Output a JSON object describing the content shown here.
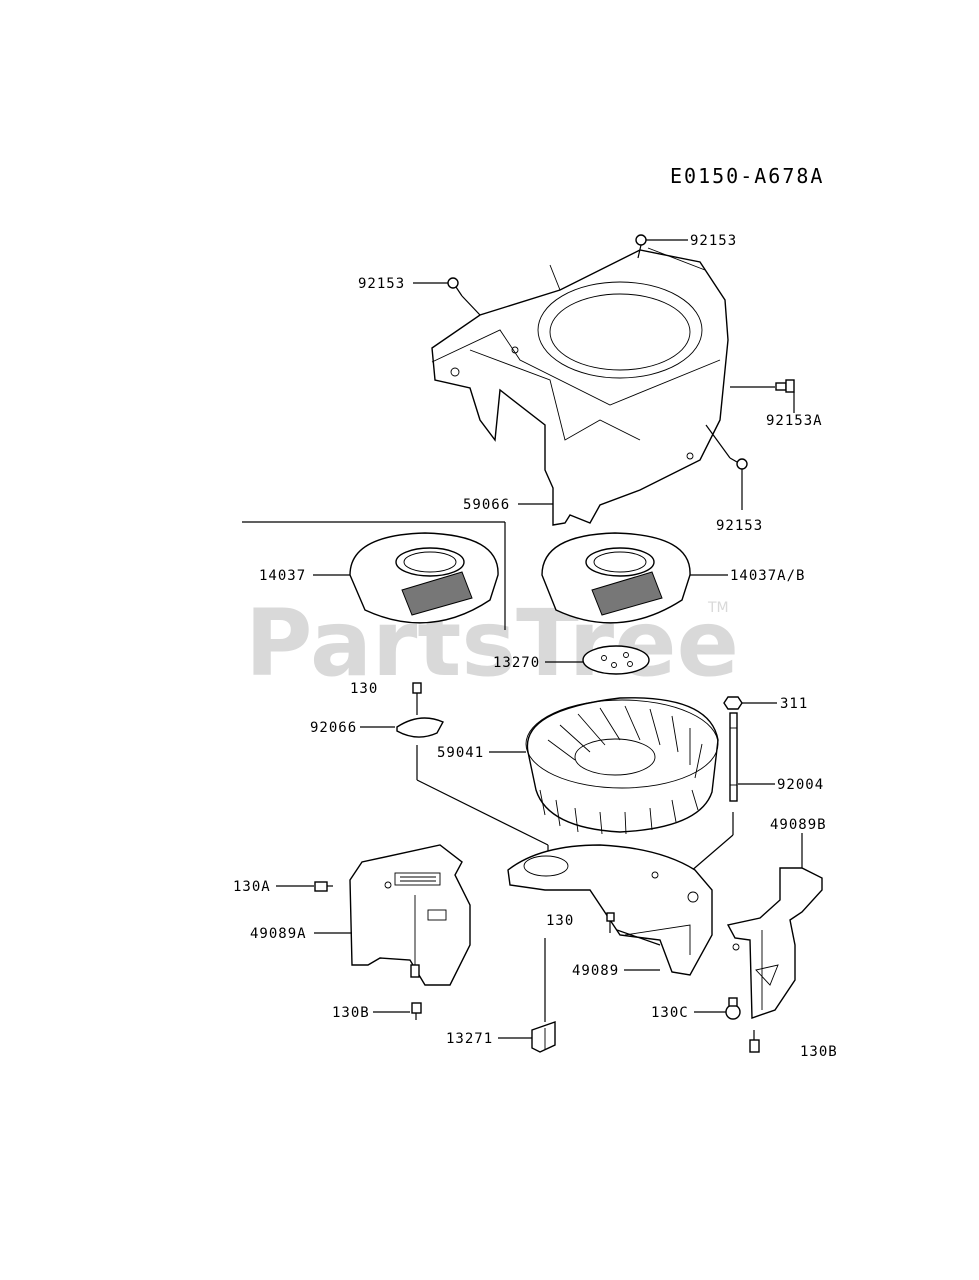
{
  "diagram_code": "E0150-A678A",
  "watermark": {
    "brand": "PartsTree",
    "trademark": "TM"
  },
  "parts": {
    "p92153_top": "92153",
    "p92153_left": "92153",
    "p92153A": "92153A",
    "p92153_bottom": "92153",
    "p59066": "59066",
    "p14037": "14037",
    "p14037AB": "14037A/B",
    "p13270": "13270",
    "p130_top": "130",
    "p92066": "92066",
    "p59041": "59041",
    "p311": "311",
    "p92004": "92004",
    "p49089B": "49089B",
    "p130A": "130A",
    "p49089A": "49089A",
    "p130_mid": "130",
    "p49089": "49089",
    "p130B_left": "130B",
    "p130C": "130C",
    "p13271": "13271",
    "p130B_right": "130B"
  }
}
